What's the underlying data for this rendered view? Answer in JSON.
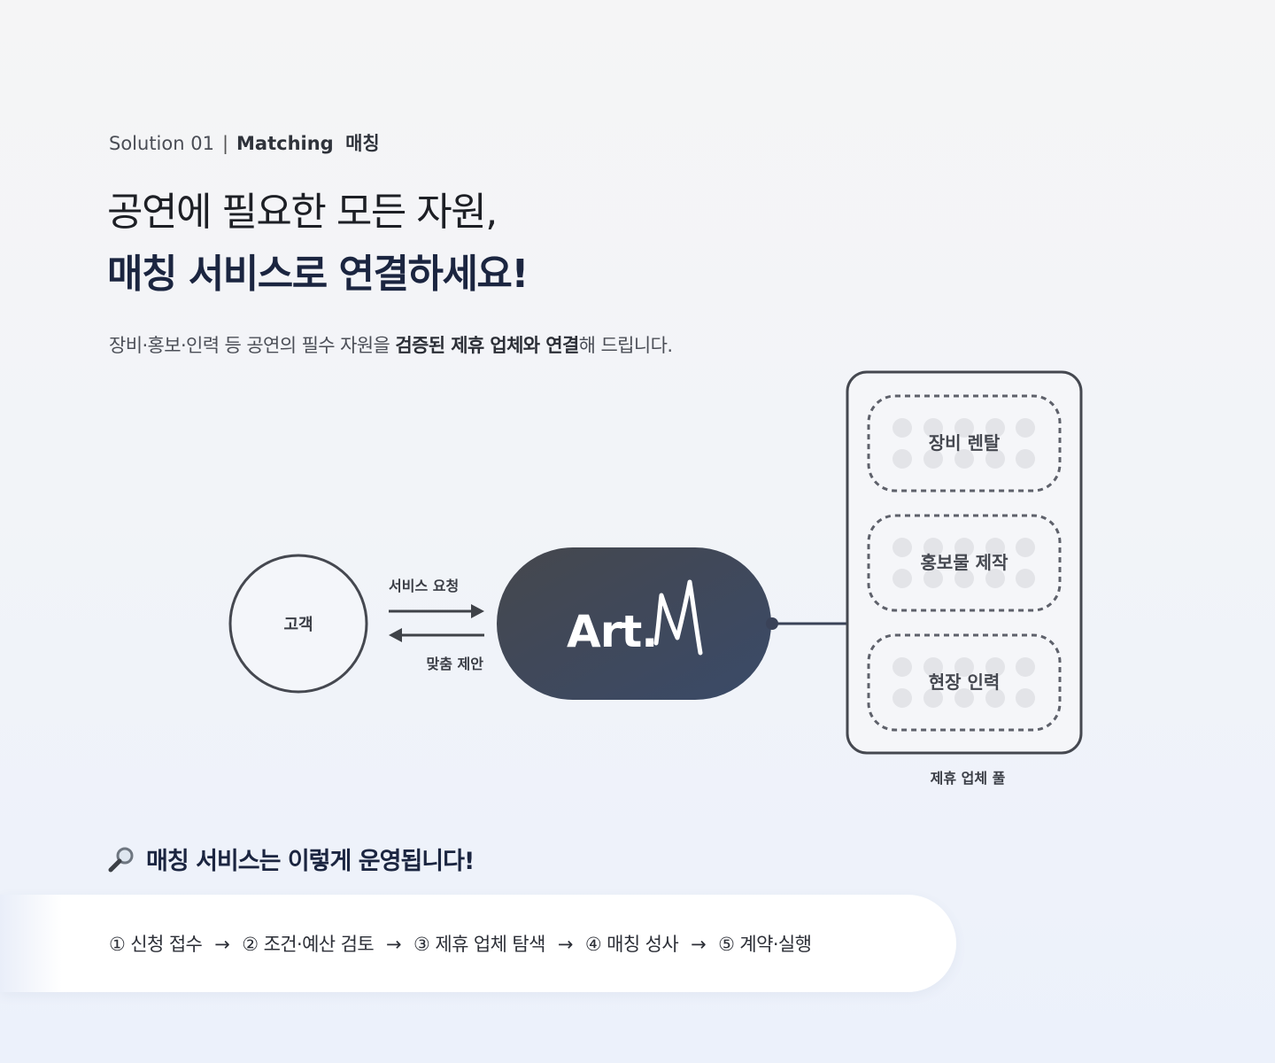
{
  "header": {
    "eyebrow_prefix": "Solution 01",
    "eyebrow_separator": "|",
    "eyebrow_strong": "Matching",
    "eyebrow_korean": "매칭"
  },
  "headline": {
    "line1": "공연에 필요한 모든 자원,",
    "line2": "매칭 서비스로 연결하세요!"
  },
  "description": {
    "part1": "장비·홍보·인력 등 공연의 필수 자원을 ",
    "bold": "검증된 제휴 업체와 연결",
    "part2": "해 드립니다."
  },
  "diagram": {
    "customer": "고객",
    "request_label": "서비스 요청",
    "proposal_label": "맞춤 제안",
    "logo_text": "Art.",
    "logo_script": "M",
    "pool_label": "제휴 업체 풀",
    "categories": [
      "장비 렌탈",
      "홍보물 제작",
      "현장 인력"
    ]
  },
  "process": {
    "title": "매칭 서비스는 이렇게 운영됩니다!",
    "icon": "magnifier-icon",
    "arrow": "→",
    "steps": [
      "① 신청 접수",
      "② 조건·예산 검토",
      "③ 제휴 업체 탐색",
      "④ 매칭 성사",
      "⑤ 계약·실행"
    ]
  },
  "colors": {
    "navy": "#1b2540",
    "hub_start": "#45474d",
    "hub_end": "#3a4a68",
    "pool_border": "#454850",
    "dashed": "#5e616b",
    "dot": "#e3e4e8"
  }
}
